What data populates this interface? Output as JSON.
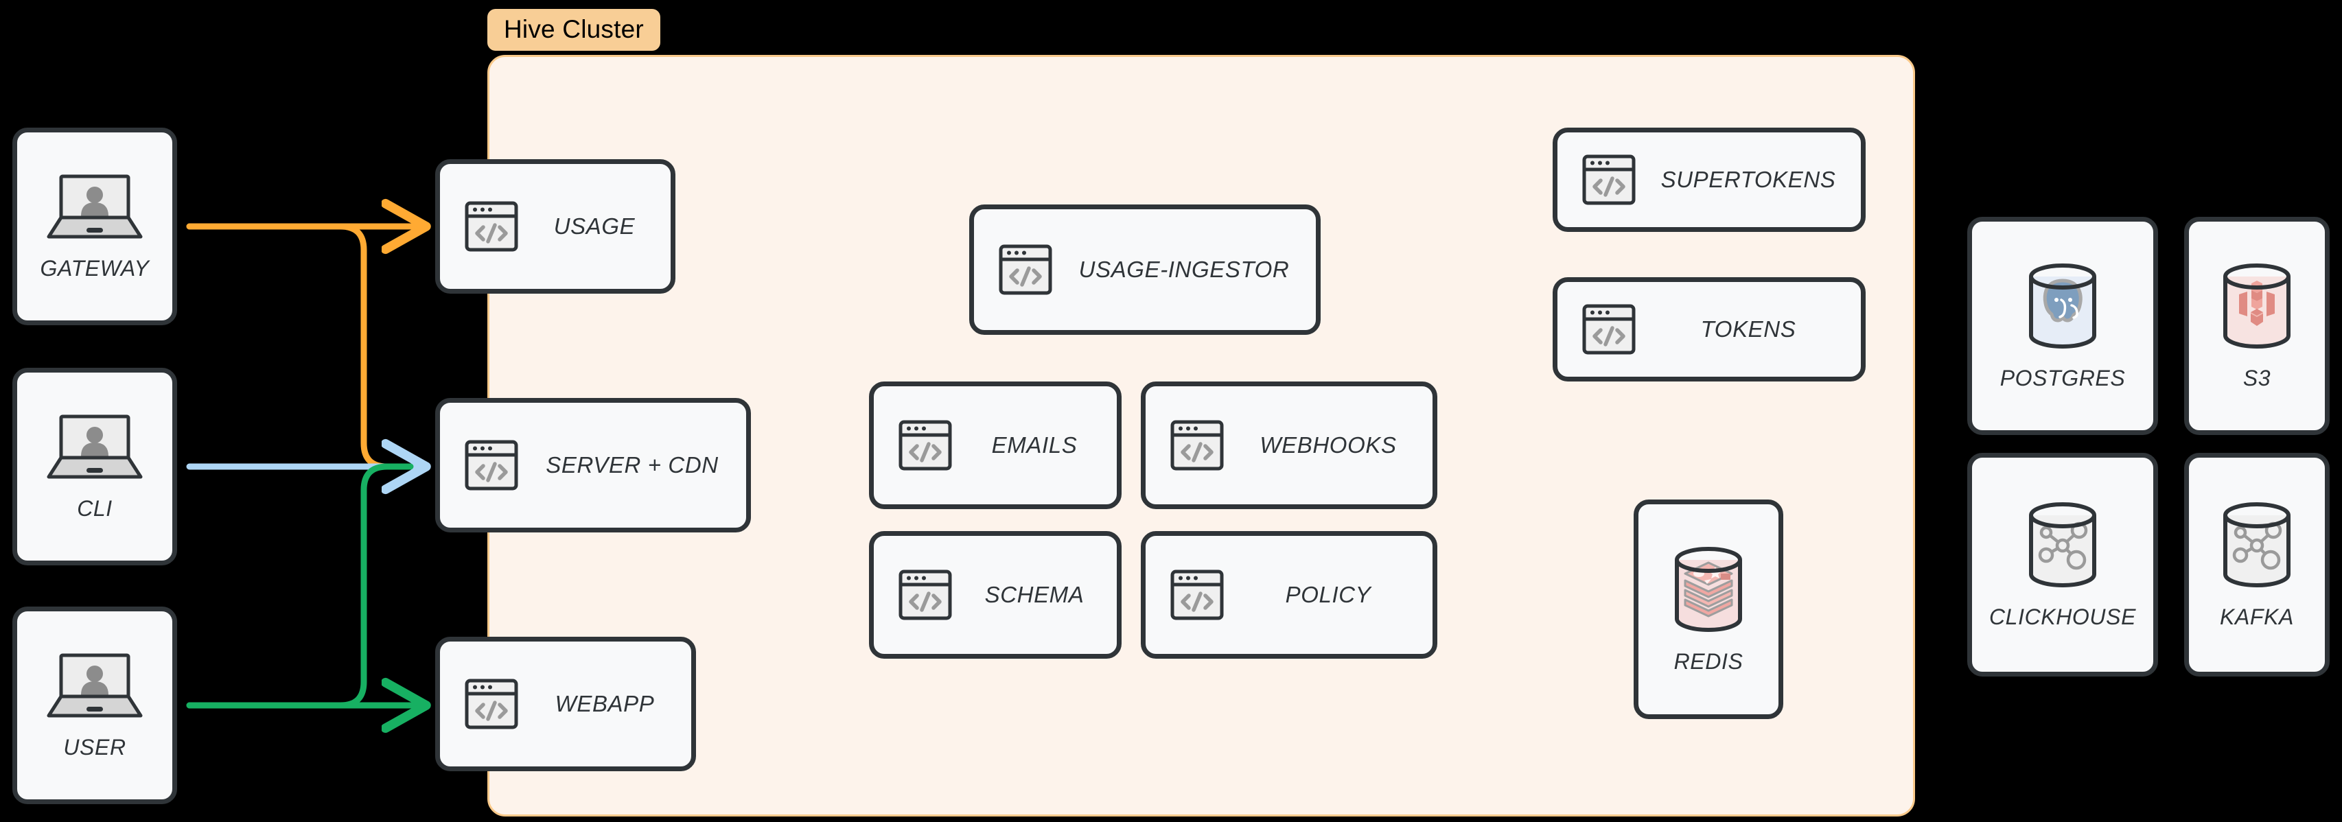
{
  "cluster": {
    "badge_label": "Hive Cluster",
    "badge_bg": "#F8CE96",
    "panel_bg": "#FDF3EB",
    "panel_border": "#F9C98A"
  },
  "actors": [
    {
      "id": "gateway",
      "label": "GATEWAY",
      "icon": "laptop-user-icon"
    },
    {
      "id": "cli",
      "label": "CLI",
      "icon": "laptop-user-icon"
    },
    {
      "id": "user",
      "label": "USER",
      "icon": "laptop-user-icon"
    }
  ],
  "edge_services": [
    {
      "id": "usage",
      "label": "USAGE",
      "icon": "code-window-icon"
    },
    {
      "id": "server-cdn",
      "label": "SERVER + CDN",
      "icon": "code-window-icon"
    },
    {
      "id": "webapp",
      "label": "WEBAPP",
      "icon": "code-window-icon"
    }
  ],
  "core_services": [
    {
      "id": "usage-ingestor",
      "label": "USAGE-INGESTOR",
      "icon": "code-window-icon"
    },
    {
      "id": "emails",
      "label": "EMAILS",
      "icon": "code-window-icon"
    },
    {
      "id": "webhooks",
      "label": "WEBHOOKS",
      "icon": "code-window-icon"
    },
    {
      "id": "schema",
      "label": "SCHEMA",
      "icon": "code-window-icon"
    },
    {
      "id": "policy",
      "label": "POLICY",
      "icon": "code-window-icon"
    }
  ],
  "auth_services": [
    {
      "id": "supertokens",
      "label": "SUPERTOKENS",
      "icon": "code-window-icon"
    },
    {
      "id": "tokens",
      "label": "TOKENS",
      "icon": "code-window-icon"
    }
  ],
  "datastores": [
    {
      "id": "redis",
      "label": "REDIS",
      "icon": "redis-cylinder-icon",
      "tint": "#F6DEDE"
    },
    {
      "id": "postgres",
      "label": "POSTGRES",
      "icon": "postgres-cylinder-icon",
      "tint": "#E6EDF7"
    },
    {
      "id": "s3",
      "label": "S3",
      "icon": "s3-cylinder-icon",
      "tint": "#F7E3E1"
    },
    {
      "id": "clickhouse",
      "label": "CLICKHOUSE",
      "icon": "network-cylinder-icon",
      "tint": "#F0F0F0"
    },
    {
      "id": "kafka",
      "label": "KAFKA",
      "icon": "network-cylinder-icon",
      "tint": "#F0F0F0"
    }
  ],
  "connections": [
    {
      "id": "gateway-to-usage",
      "from": "GATEWAY",
      "to": "USAGE",
      "color": "#FFAA33"
    },
    {
      "id": "gateway-to-server-cdn",
      "from": "GATEWAY",
      "to": "SERVER + CDN",
      "color": "#FFAA33"
    },
    {
      "id": "cli-to-server-cdn",
      "from": "CLI",
      "to": "SERVER + CDN",
      "color": "#AED6F5"
    },
    {
      "id": "user-to-server-cdn",
      "from": "USER",
      "to": "SERVER + CDN",
      "color": "#17B062"
    },
    {
      "id": "user-to-webapp",
      "from": "USER",
      "to": "WEBAPP",
      "color": "#17B062"
    }
  ],
  "colors": {
    "background": "#000000",
    "card_fill": "#F8F9FA",
    "card_stroke": "#2F3438",
    "orange": "#FFAA33",
    "blue": "#AED6F5",
    "green": "#17B062"
  }
}
